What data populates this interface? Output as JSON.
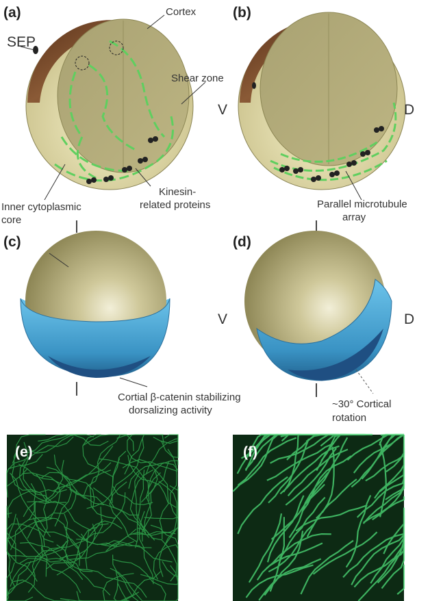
{
  "panels": {
    "a": "(a)",
    "b": "(b)",
    "c": "(c)",
    "d": "(d)",
    "e": "(e)",
    "f": "(f)"
  },
  "labels": {
    "sep": "SEP",
    "cortex": "Cortex",
    "shear_zone": "Shear zone",
    "inner_core_1": "Inner cytoplasmic",
    "inner_core_2": "core",
    "kinesin_1": "Kinesin-",
    "kinesin_2": "related proteins",
    "parallel_1": "Parallel microtubule",
    "parallel_2": "array",
    "v_top": "V",
    "d_top": "D",
    "v_bottom": "V",
    "d_bottom": "D",
    "cortial_1": "Cortial β-catenin stabilizing",
    "cortial_2": "dorsalizing activity",
    "rotation_1": "~30° Cortical",
    "rotation_2": "rotation"
  },
  "colors": {
    "cortex_brown": "#7a4a2a",
    "core_olive": "#b7b07e",
    "microtubule_green": "#5fcf5f",
    "cortex_blue": "#4fa9d6",
    "micrograph_bg": "#0d2a14"
  }
}
